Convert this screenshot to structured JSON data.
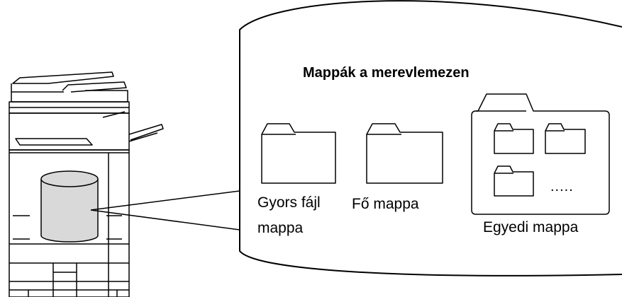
{
  "title": "Mappák a merevlemezen",
  "folders": [
    {
      "line1": "Gyors fájl",
      "line2": "mappa"
    },
    {
      "line1": "Fő mappa"
    },
    {
      "line1": "Egyedi mappa",
      "ellipsis": "....."
    }
  ],
  "colors": {
    "stroke": "#000000",
    "cylinder_fill": "#d9d9d9",
    "background": "#ffffff"
  },
  "icons": {
    "machine": "multifunction-printer-icon",
    "storage": "hard-disk-cylinder-icon",
    "folder": "folder-icon"
  }
}
